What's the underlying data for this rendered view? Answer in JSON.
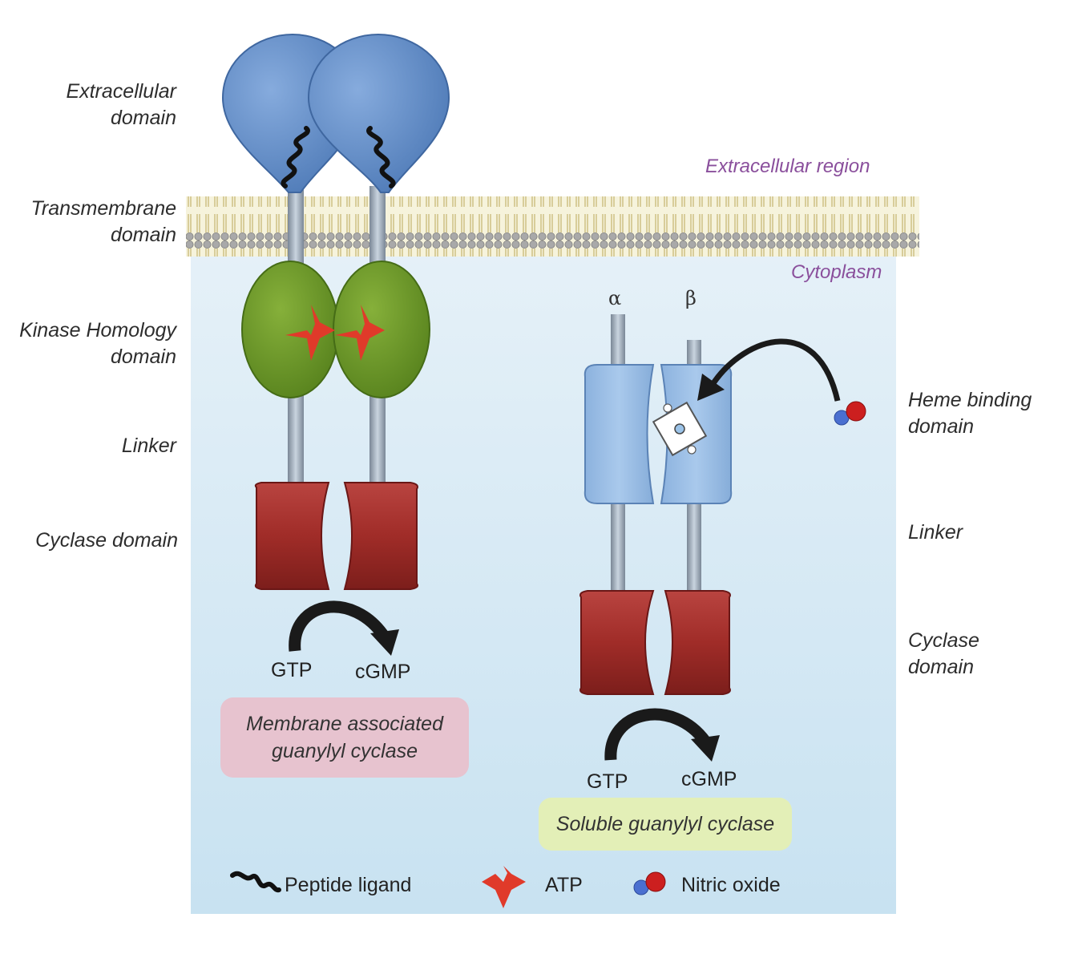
{
  "labels_left": {
    "extracellular_domain": [
      "Extracellular",
      "domain"
    ],
    "transmembrane_domain": [
      "Transmembrane",
      "domain"
    ],
    "kinase_homology_domain": [
      "Kinase Homology",
      "domain"
    ],
    "linker": "Linker",
    "cyclase_domain": "Cyclase domain"
  },
  "labels_right": {
    "heme_binding_domain": [
      "Heme binding",
      "domain"
    ],
    "linker": "Linker",
    "cyclase_domain": [
      "Cyclase",
      "domain"
    ]
  },
  "regions": {
    "extracellular": "Extracellular region",
    "cytoplasm": "Cytoplasm"
  },
  "subunits": {
    "alpha": "α",
    "beta": "β"
  },
  "membrane_cyclase": {
    "substrate": "GTP",
    "product": "cGMP",
    "title": [
      "Membrane associated",
      "guanylyl cyclase"
    ]
  },
  "soluble_cyclase": {
    "substrate": "GTP",
    "product": "cGMP",
    "title": "Soluble guanylyl cyclase"
  },
  "legend": {
    "peptide_ligand": "Peptide ligand",
    "atp": "ATP",
    "nitric_oxide": "Nitric oxide"
  },
  "colors": {
    "extracellular_domain": "#6a93cc",
    "kinase_domain": "#6f9a2a",
    "cyclase_domain": "#a8302c",
    "heme_domain": "#9ec1e6",
    "atp": "#e03a2a",
    "cytoplasm": "#d3e8f4",
    "membrane_box": "#e7c3cf",
    "soluble_box": "#e3efb7"
  }
}
